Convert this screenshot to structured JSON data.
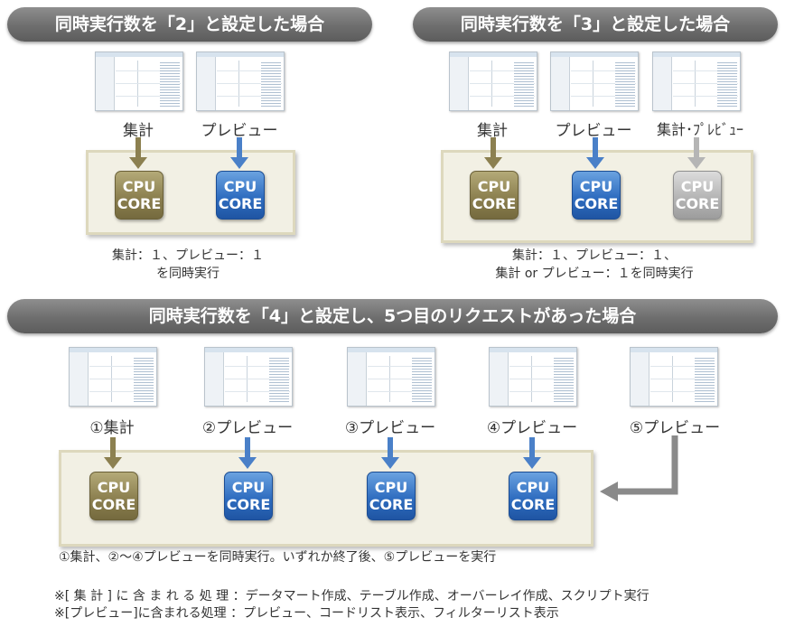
{
  "sections": {
    "two": {
      "title": "同時実行数を「2」と設定した場合",
      "labels": [
        "集計",
        "プレビュー"
      ],
      "caption_line1": "集計：１、プレビュー：１",
      "caption_line2": "を同時実行"
    },
    "three": {
      "title": "同時実行数を「3」と設定した場合",
      "labels": [
        "集計",
        "プレビュー",
        "集計･ﾌﾟﾚﾋﾞｭｰ"
      ],
      "caption_line1": "集計：１、プレビュー：１、",
      "caption_line2": "集計 or プレビュー：１を同時実行"
    },
    "four": {
      "title": "同時実行数を「4」と設定し、5つ目のリクエストがあった場合",
      "labels": [
        "①集計",
        "②プレビュー",
        "③プレビュー",
        "④プレビュー",
        "⑤プレビュー"
      ],
      "caption": "①集計、②～④プレビューを同時実行。いずれか終了後、⑤プレビューを実行"
    }
  },
  "cpu": {
    "line1": "CPU",
    "line2": "CORE"
  },
  "notes": {
    "aggregate_key": "※[ 集 計 ] に 含 ま れ る 処 理 ：",
    "aggregate_value": "データマート作成、テーブル作成、オーバーレイ作成、スクリプト実行",
    "preview_key": "※[プレビュー]に含まれる処理 ：",
    "preview_value": "プレビュー、コードリスト表示、フィルターリスト表示"
  },
  "colors": {
    "olive": "#8c8050",
    "blue": "#2f6dc0",
    "gray": "#b5b5b5",
    "panel": "#f2f0e4",
    "pill": "#6e6e6e"
  }
}
